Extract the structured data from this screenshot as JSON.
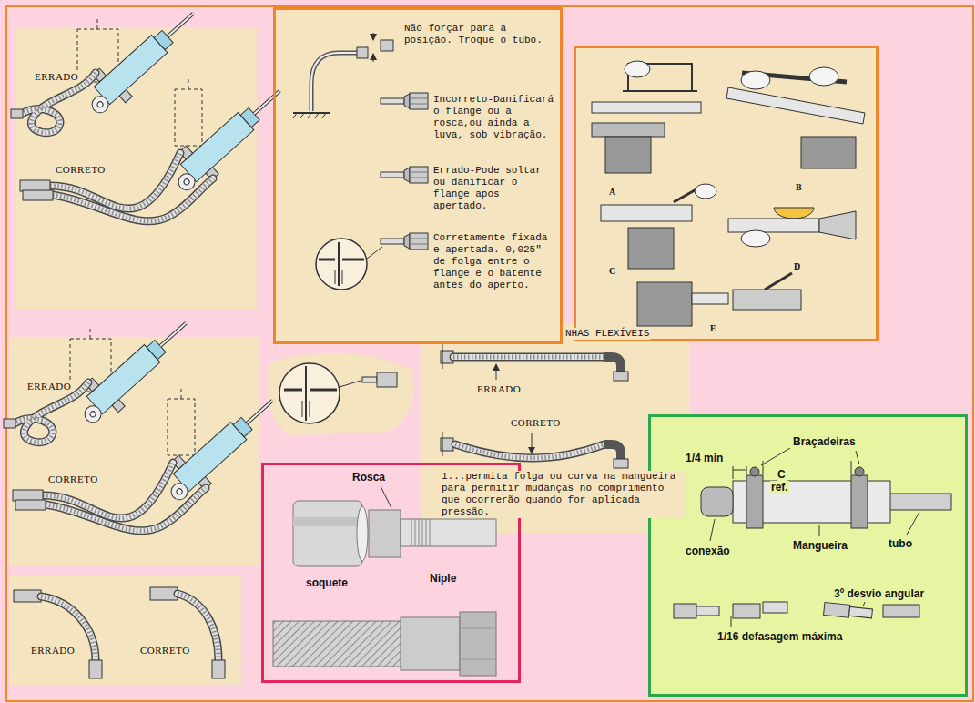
{
  "diagram": {
    "nodes": [
      {
        "text": [
          "ERRADO",
          "CORRETO"
        ]
      },
      {
        "text": [
          "Não forçar para a posição. Troque o tubo.",
          "Incorreto-Danificará o flange ou a rosca,ou ainda a luva, sob vibração.",
          "Errado-Pode soltar ou danificar o flange apos apertado.",
          "Corretamente fixada e apertada. 0,025\" de folga entre o flange e o batente antes do aperto."
        ]
      },
      {
        "text": [
          "A",
          "B",
          "C",
          "D",
          "E"
        ]
      },
      {
        "text": [
          "ERRADO",
          "CORRETO"
        ]
      },
      {
        "text": [
          "NHAS FLEXÍVEIS",
          "ERRADO",
          "CORRETO",
          "1...permita folga ou curva na mangueira para permitir mudanças no comprimento que ocorrerão quando for aplicada pressão."
        ]
      },
      {
        "text": [
          "Rosca",
          "soquete",
          "Niple"
        ]
      },
      {
        "text": [
          "Braçadeiras",
          "1/4 min",
          "C",
          "ref.",
          "conexão",
          "Mangueira",
          "tubo",
          "3º desvio angular",
          "1/16 defasagem máxima"
        ]
      },
      {
        "text": [
          "ERRADO",
          "CORRETO"
        ]
      }
    ]
  }
}
